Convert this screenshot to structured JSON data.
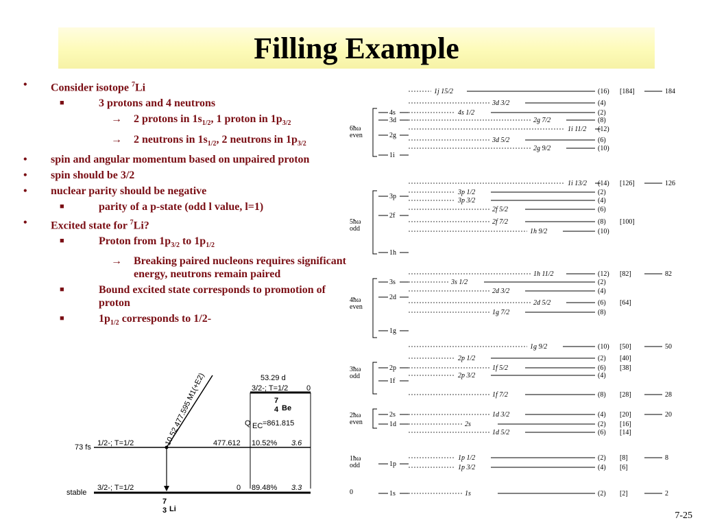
{
  "slide": {
    "title": "Filling Example",
    "page_number": "7-25"
  },
  "bullets": [
    {
      "level": 1,
      "marker": "•",
      "parts": [
        {
          "t": "Consider isotope "
        },
        {
          "sup": "7"
        },
        {
          "t": "Li"
        }
      ]
    },
    {
      "level": 2,
      "marker": "■",
      "parts": [
        {
          "t": "3 protons and 4 neutrons"
        }
      ]
    },
    {
      "level": 3,
      "marker": "→",
      "parts": [
        {
          "t": "2 protons in 1s"
        },
        {
          "sub": "1/2"
        },
        {
          "t": ", 1 proton in 1p"
        },
        {
          "sub": "3/2"
        }
      ]
    },
    {
      "level": 3,
      "marker": "→",
      "parts": [
        {
          "t": "2 neutrons in 1s"
        },
        {
          "sub": "1/2"
        },
        {
          "t": ", 2 neutrons in 1p"
        },
        {
          "sub": "3/2"
        }
      ]
    },
    {
      "level": 1,
      "marker": "•",
      "parts": [
        {
          "t": "spin and angular momentum based on unpaired proton"
        }
      ]
    },
    {
      "level": 1,
      "marker": "•",
      "parts": [
        {
          "t": "spin should be 3/2"
        }
      ]
    },
    {
      "level": 1,
      "marker": "•",
      "parts": [
        {
          "t": "nuclear parity should be negative"
        }
      ]
    },
    {
      "level": 2,
      "marker": "■",
      "parts": [
        {
          "t": "parity of a p-state (odd l value, l=1)"
        }
      ]
    },
    {
      "level": 1,
      "marker": "•",
      "parts": [
        {
          "t": "Excited state for "
        },
        {
          "sup": "7"
        },
        {
          "t": "Li?"
        }
      ]
    },
    {
      "level": 2,
      "marker": "■",
      "parts": [
        {
          "t": "Proton from 1p"
        },
        {
          "sub": "3/2"
        },
        {
          "t": " to 1p"
        },
        {
          "sub": "1/2"
        }
      ]
    },
    {
      "level": 3,
      "marker": "→",
      "parts": [
        {
          "t": "Breaking paired nucleons requires significant energy, neutrons remain paired"
        }
      ]
    },
    {
      "level": 2,
      "marker": "■",
      "parts": [
        {
          "t": "Bound excited state corresponds to promotion of proton"
        }
      ]
    },
    {
      "level": 2,
      "marker": "■",
      "parts": [
        {
          "t": "1p"
        },
        {
          "sub": "1/2"
        },
        {
          "t": " corresponds to 1/2-"
        }
      ]
    }
  ],
  "shell_diagram": {
    "groups": [
      {
        "label": "6ħω",
        "sub": "even"
      },
      {
        "label": "5ħω",
        "sub": "odd"
      },
      {
        "label": "4ħω",
        "sub": "even"
      },
      {
        "label": "3ħω",
        "sub": "odd"
      },
      {
        "label": "2ħω",
        "sub": "even"
      },
      {
        "label": "1ħω",
        "sub": "odd"
      },
      {
        "label": "0",
        "sub": ""
      }
    ],
    "left_levels": [
      "4s",
      "3d",
      "2g",
      "1i",
      "3p",
      "2f",
      "1h",
      "3s",
      "2d",
      "1g",
      "2p",
      "1f",
      "2s",
      "1d",
      "1p",
      "1s"
    ],
    "right_levels": [
      {
        "label": "1j 15/2",
        "occ": "(16)",
        "cum": "[184]",
        "magic": "184"
      },
      {
        "label": "3d 3/2",
        "occ": "(4)",
        "cum": "",
        "magic": ""
      },
      {
        "label": "4s 1/2",
        "occ": "(2)",
        "cum": "",
        "magic": ""
      },
      {
        "label": "2g 7/2",
        "occ": "(8)",
        "cum": "",
        "magic": ""
      },
      {
        "label": "1i 11/2",
        "occ": "(12)",
        "cum": "",
        "magic": ""
      },
      {
        "label": "3d 5/2",
        "occ": "(6)",
        "cum": "",
        "magic": ""
      },
      {
        "label": "2g 9/2",
        "occ": "(10)",
        "cum": "",
        "magic": ""
      },
      {
        "label": "1i 13/2",
        "occ": "(14)",
        "cum": "[126]",
        "magic": "126"
      },
      {
        "label": "3p 1/2",
        "occ": "(2)",
        "cum": "",
        "magic": ""
      },
      {
        "label": "3p 3/2",
        "occ": "(4)",
        "cum": "",
        "magic": ""
      },
      {
        "label": "2f 5/2",
        "occ": "(6)",
        "cum": "",
        "magic": ""
      },
      {
        "label": "2f 7/2",
        "occ": "(8)",
        "cum": "[100]",
        "magic": ""
      },
      {
        "label": "1h 9/2",
        "occ": "(10)",
        "cum": "",
        "magic": ""
      },
      {
        "label": "1h 11/2",
        "occ": "(12)",
        "cum": "[82]",
        "magic": "82"
      },
      {
        "label": "3s 1/2",
        "occ": "(2)",
        "cum": "",
        "magic": ""
      },
      {
        "label": "2d 3/2",
        "occ": "(4)",
        "cum": "",
        "magic": ""
      },
      {
        "label": "2d 5/2",
        "occ": "(6)",
        "cum": "[64]",
        "magic": ""
      },
      {
        "label": "1g 7/2",
        "occ": "(8)",
        "cum": "",
        "magic": ""
      },
      {
        "label": "1g 9/2",
        "occ": "(10)",
        "cum": "[50]",
        "magic": "50"
      },
      {
        "label": "2p 1/2",
        "occ": "(2)",
        "cum": "[40]",
        "magic": ""
      },
      {
        "label": "1f 5/2",
        "occ": "(6)",
        "cum": "[38]",
        "magic": ""
      },
      {
        "label": "2p 3/2",
        "occ": "(4)",
        "cum": "",
        "magic": ""
      },
      {
        "label": "1f 7/2",
        "occ": "(8)",
        "cum": "[28]",
        "magic": "28"
      },
      {
        "label": "1d 3/2",
        "occ": "(4)",
        "cum": "[20]",
        "magic": "20"
      },
      {
        "label": "2s",
        "occ": "(2)",
        "cum": "[16]",
        "magic": ""
      },
      {
        "label": "1d 5/2",
        "occ": "(6)",
        "cum": "[14]",
        "magic": ""
      },
      {
        "label": "1p 1/2",
        "occ": "(2)",
        "cum": "[8]",
        "magic": "8"
      },
      {
        "label": "1p 3/2",
        "occ": "(4)",
        "cum": "[6]",
        "magic": ""
      },
      {
        "label": "1s",
        "occ": "(2)",
        "cum": "[2]",
        "magic": "2"
      }
    ]
  },
  "decay_scheme": {
    "parent_halflife": "53.29 d",
    "parent_level_label": "3/2-; T=1/2",
    "parent_level_energy": "0",
    "parent_mass": "7",
    "parent_z": "4",
    "parent_symbol": "Be",
    "qec": "Q",
    "qec_sub": "EC",
    "qec_value": "=861.815",
    "gamma_label": "10.52  477.595  M1(+E2)",
    "excited_halflife": "73 fs",
    "excited_label": "1/2-; T=1/2",
    "excited_energy": "477.612",
    "excited_branch": "10.52%",
    "excited_logft": "3.6",
    "ground_state": "stable",
    "ground_label": "3/2-; T=1/2",
    "ground_energy": "0",
    "ground_branch": "89.48%",
    "ground_logft": "3.3",
    "daughter_mass": "7",
    "daughter_z": "3",
    "daughter_symbol": "Li"
  }
}
